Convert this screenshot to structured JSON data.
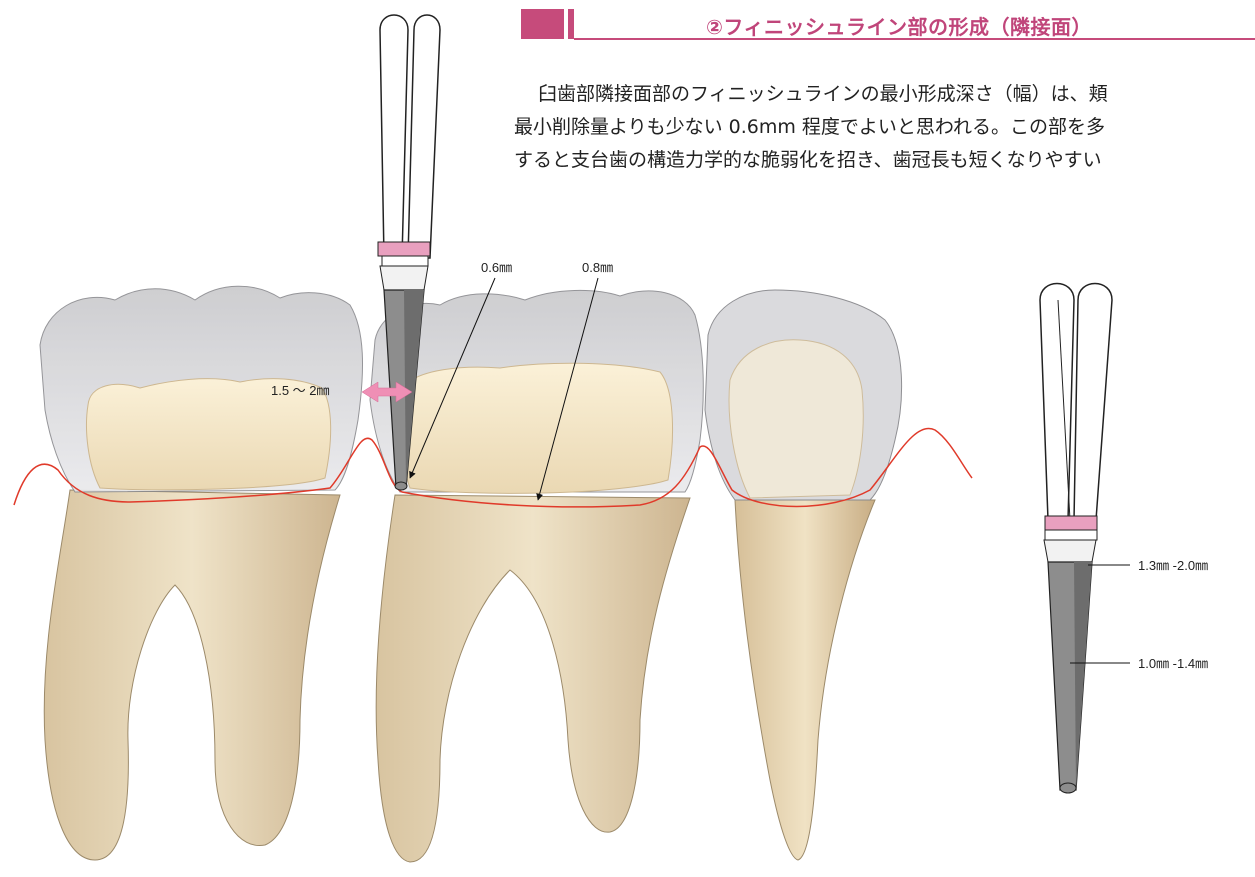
{
  "header": {
    "title": "②フィニッシュライン部の形成（隣接面）",
    "accent_color": "#c64b7b"
  },
  "paragraph": {
    "lines": [
      "臼歯部隣接面部のフィニッシュラインの最小形成深さ（幅）は、頬",
      "最小削除量よりも少ない 0.6mm 程度でよいと思われる。この部を多",
      "すると支台歯の構造力学的な脆弱化を招き、歯冠長も短くなりやすい"
    ]
  },
  "annotations": {
    "interproximal_gap": "1.5 ～ 2㎜",
    "finish_depth_proximal": "0.6㎜",
    "finish_depth_buccal": "0.8㎜",
    "bur_upper_diameter": "1.3㎜ -2.0㎜",
    "bur_lower_diameter": "1.0㎜ -1.4㎜"
  },
  "colors": {
    "gingiva_line": "#e03a2a",
    "bur_band": "#e9a0bf",
    "bur_shaft": "#8d8d8d",
    "gap_arrow": "#ef8fb5"
  }
}
